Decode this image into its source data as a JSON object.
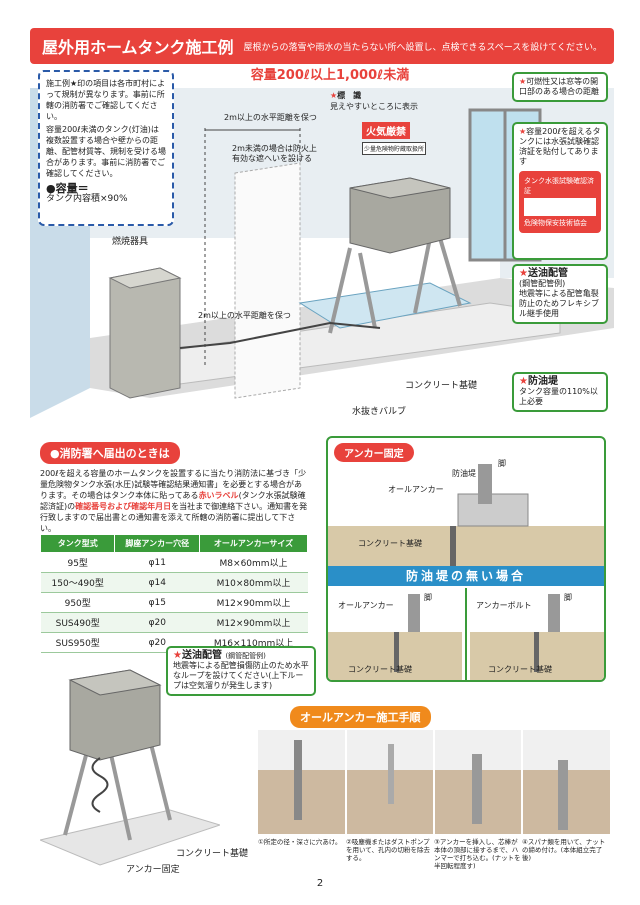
{
  "header": {
    "title": "屋外用ホームタンク施工例",
    "subtitle": "屋根からの落雪や雨水の当たらない所へ設置し、点検できるスペースを設けてください。"
  },
  "note": {
    "p1": "施工例★印の項目は各市町村によって規制が異なります。事前に所轄の消防署でご確認してください。",
    "p2": "容量200ℓ未満のタンク(灯油)は複数設置する場合や壁からの距離、配管材質等、規制を受ける場合があります。事前に消防署でご確認してください。",
    "volume_head": "●容量＝",
    "volume_formula": "タンク内容積×90%"
  },
  "capacity_heading": "容量200ℓ以上1,000ℓ未満",
  "scene": {
    "burner": "燃焼器具",
    "dist2m": "2m以上の水平距離を保つ",
    "wall_note": "2m未満の場合は防火上有効な遮へいを設ける",
    "dist2m_b": "2m以上の水平距離を保つ",
    "sign_head": "標　識",
    "sign_sub": "見えやすいところに表示",
    "fire_sign": "火気厳禁",
    "small_sign": "少量危険物貯蔵取扱所",
    "window_head": "可燃性又は窓等の開口部のある場合の距離",
    "label_box": "容量200ℓを超えるタンクには水張試験確認済証を貼付してあります",
    "label_plate": "タンク水張試験確認済証",
    "label_org": "危険物保安技術協会",
    "pipe_head": "送油配管",
    "pipe_sub": "(鋼管配管例)",
    "pipe_text": "地震等による配管亀裂防止のためフレキシブル継手使用",
    "dike_head": "防油堤",
    "dike_text": "タンク容量の110%以上必要",
    "concrete": "コンクリート基礎",
    "valve": "水抜きバルブ"
  },
  "fire_station": {
    "heading": "●消防署へ届出のときは",
    "t1": "200ℓを超える容量のホームタンクを設置するに当たり消防法に基づき「少量危険物タンク水張(水圧)試験等確認結果通知書」を必要とする場合があります。その場合はタンク本体に貼ってある",
    "t2": "赤いラベル",
    "t3": "(タンク水張試験確認済証)の",
    "t4": "確認番号および確認年月日",
    "t5": "を当社まで御連絡下さい。通知書を発行致しますので届出書との通知書を添えて所轄の消防署に提出して下さい。"
  },
  "table": {
    "headers": [
      "タンク型式",
      "脚座アンカー穴径",
      "オールアンカーサイズ"
    ],
    "rows": [
      [
        "95型",
        "φ11",
        "M8×60mm以上"
      ],
      [
        "150～490型",
        "φ14",
        "M10×80mm以上"
      ],
      [
        "950型",
        "φ15",
        "M12×90mm以上"
      ],
      [
        "SUS490型",
        "φ20",
        "M12×90mm以上"
      ],
      [
        "SUS950型",
        "φ20",
        "M16×110mm以上"
      ]
    ]
  },
  "anchor_panel": {
    "heading": "アンカー固定",
    "dike": "防油堤",
    "leg": "脚",
    "all_anchor": "オールアンカー",
    "concrete": "コンクリート基礎",
    "band": "防油堤の無い場合",
    "all_anchor2": "オールアンカー",
    "leg2": "脚",
    "anchor_bolt": "アンカーボルト",
    "leg3": "脚",
    "concrete2": "コンクリート基礎",
    "concrete3": "コンクリート基礎"
  },
  "lower": {
    "pipe_head": "送油配管",
    "pipe_sub": "(鋼管配管例)",
    "pipe_text": "地震等による配管損傷防止のため水平なループを設けてください(上下ループは空気溜りが発生します)",
    "concrete": "コンクリート基礎",
    "anchor": "アンカー固定"
  },
  "procedure": {
    "heading": "オールアンカー施工手順",
    "steps": [
      "①所定の径・深さに穴あけ。",
      "②吸塵機またはダストポンプを用いて、孔内の切粉を除去する。",
      "③アンカーを挿入し、芯棒が本体の頂部に接するまで、ハンマーで打ち込む。(ナットを半回転程度す)",
      "④スパナ類を用いて、ナットの締め付け。(本体組立完了後)"
    ]
  },
  "page_number": "2"
}
